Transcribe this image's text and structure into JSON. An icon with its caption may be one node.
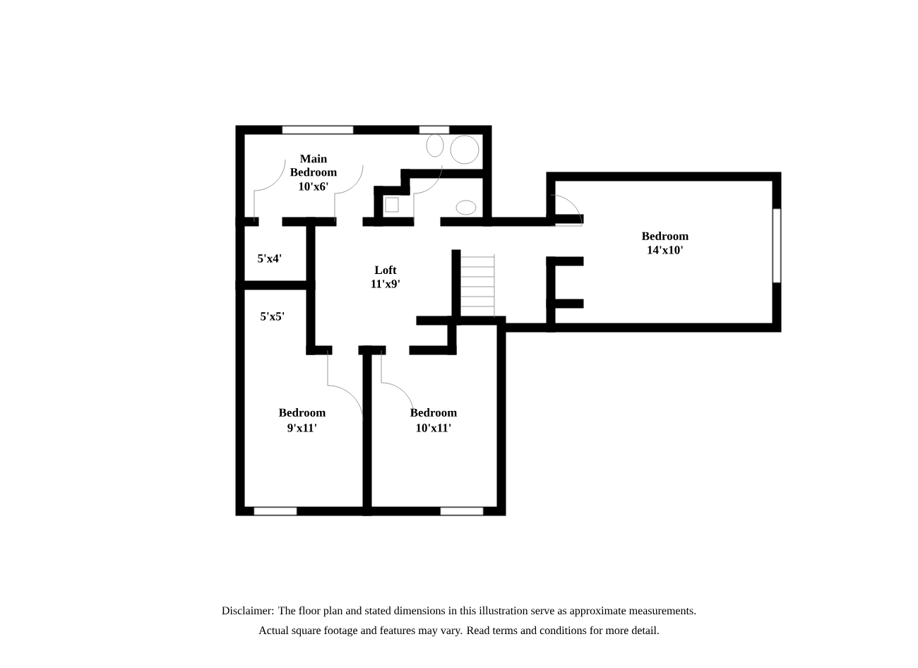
{
  "diagram": {
    "labels": [
      "Main Bedroom",
      "10'x6'",
      "5'x4'",
      "Loft",
      "11'x9'",
      "Bedroom",
      "14'x10'",
      "5'x5'",
      "Bedroom",
      "9'x11'",
      "Bedroom",
      "10'x11'",
      "Disclaimer: The floor plan and stated dimensions in this illustration serve as approximate measurements.",
      "Actual square footage and features may vary. Read terms and conditions for more detail."
    ]
  }
}
